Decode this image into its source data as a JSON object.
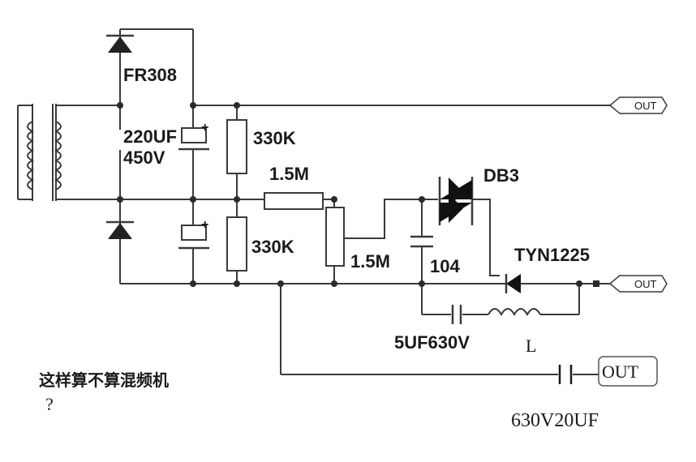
{
  "labels": {
    "diode_top": "FR308",
    "cap_top_value": "220UF",
    "cap_top_voltage": "450V",
    "res_top": "330K",
    "res_bottom": "330K",
    "res_horizontal": "1.5M",
    "res_vertical": "1.5M",
    "diac": "DB3",
    "scr": "TYN1225",
    "cap_104": "104",
    "cap_5uf": "5UF630V",
    "inductor": "L",
    "cap_out": "630V20UF"
  },
  "outputs": {
    "top": "OUT",
    "middle": "OUT",
    "bottom": "OUT"
  },
  "question": {
    "text": "这样算不算混频机",
    "mark": "?"
  },
  "polarity": {
    "plus": "+"
  }
}
